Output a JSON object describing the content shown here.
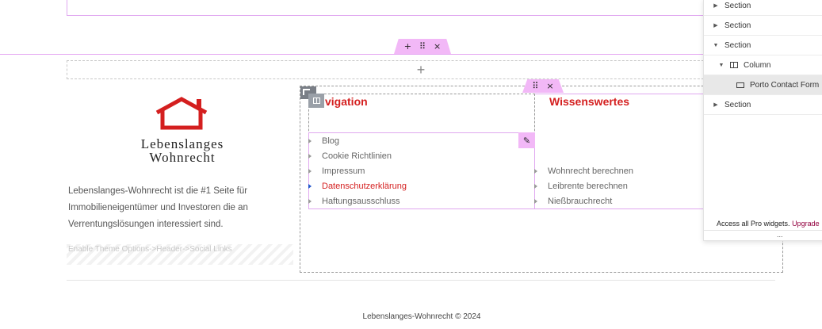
{
  "editor": {
    "add_section_label": "+",
    "section_handle": {
      "add": "+",
      "drag": "⠿",
      "close": "×"
    },
    "inner_handle": {
      "drag": "⠿",
      "close": "×"
    },
    "edit_icon": "✎"
  },
  "brand": {
    "line1": "Lebenslanges",
    "line2": "Wohnrecht",
    "logo_color": "#d41f1f"
  },
  "about": {
    "text": "Lebenslanges-Wohnrecht ist die #1 Seite für Immobilieneigentümer und Investoren die an Verrentungslösungen interessiert sind.",
    "social_placeholder": "Enable Theme Options->Header->Social Links"
  },
  "navigation": {
    "heading": "vigation",
    "links": [
      "Blog",
      "Cookie Richtlinien",
      "Impressum",
      "Datenschutzerklärung",
      "Haftungsausschluss"
    ],
    "active_index": 3
  },
  "wissenswertes": {
    "heading": "Wissenswertes",
    "links": [
      "Wohnrecht berechnen",
      "Leibrente berechnen",
      "Nießbrauchrecht"
    ]
  },
  "footer": {
    "copyright": "Lebenslanges-Wohnrecht © 2024"
  },
  "navigator_panel": {
    "items": [
      {
        "label": "Section",
        "depth": 0,
        "expanded": false
      },
      {
        "label": "Section",
        "depth": 0,
        "expanded": false
      },
      {
        "label": "Section",
        "depth": 0,
        "expanded": true
      },
      {
        "label": "Column",
        "depth": 1,
        "expanded": true
      },
      {
        "label": "Porto Contact Form",
        "depth": 2,
        "selected": true
      },
      {
        "label": "Section",
        "depth": 0,
        "expanded": false
      }
    ],
    "pro_text": "Access all Pro widgets.",
    "upgrade_label": "Upgrade",
    "more_icon": "..."
  },
  "colors": {
    "accent": "#d41f1f",
    "editor_pink": "#f2b8f7",
    "link_active_bullet": "#2255cc"
  }
}
